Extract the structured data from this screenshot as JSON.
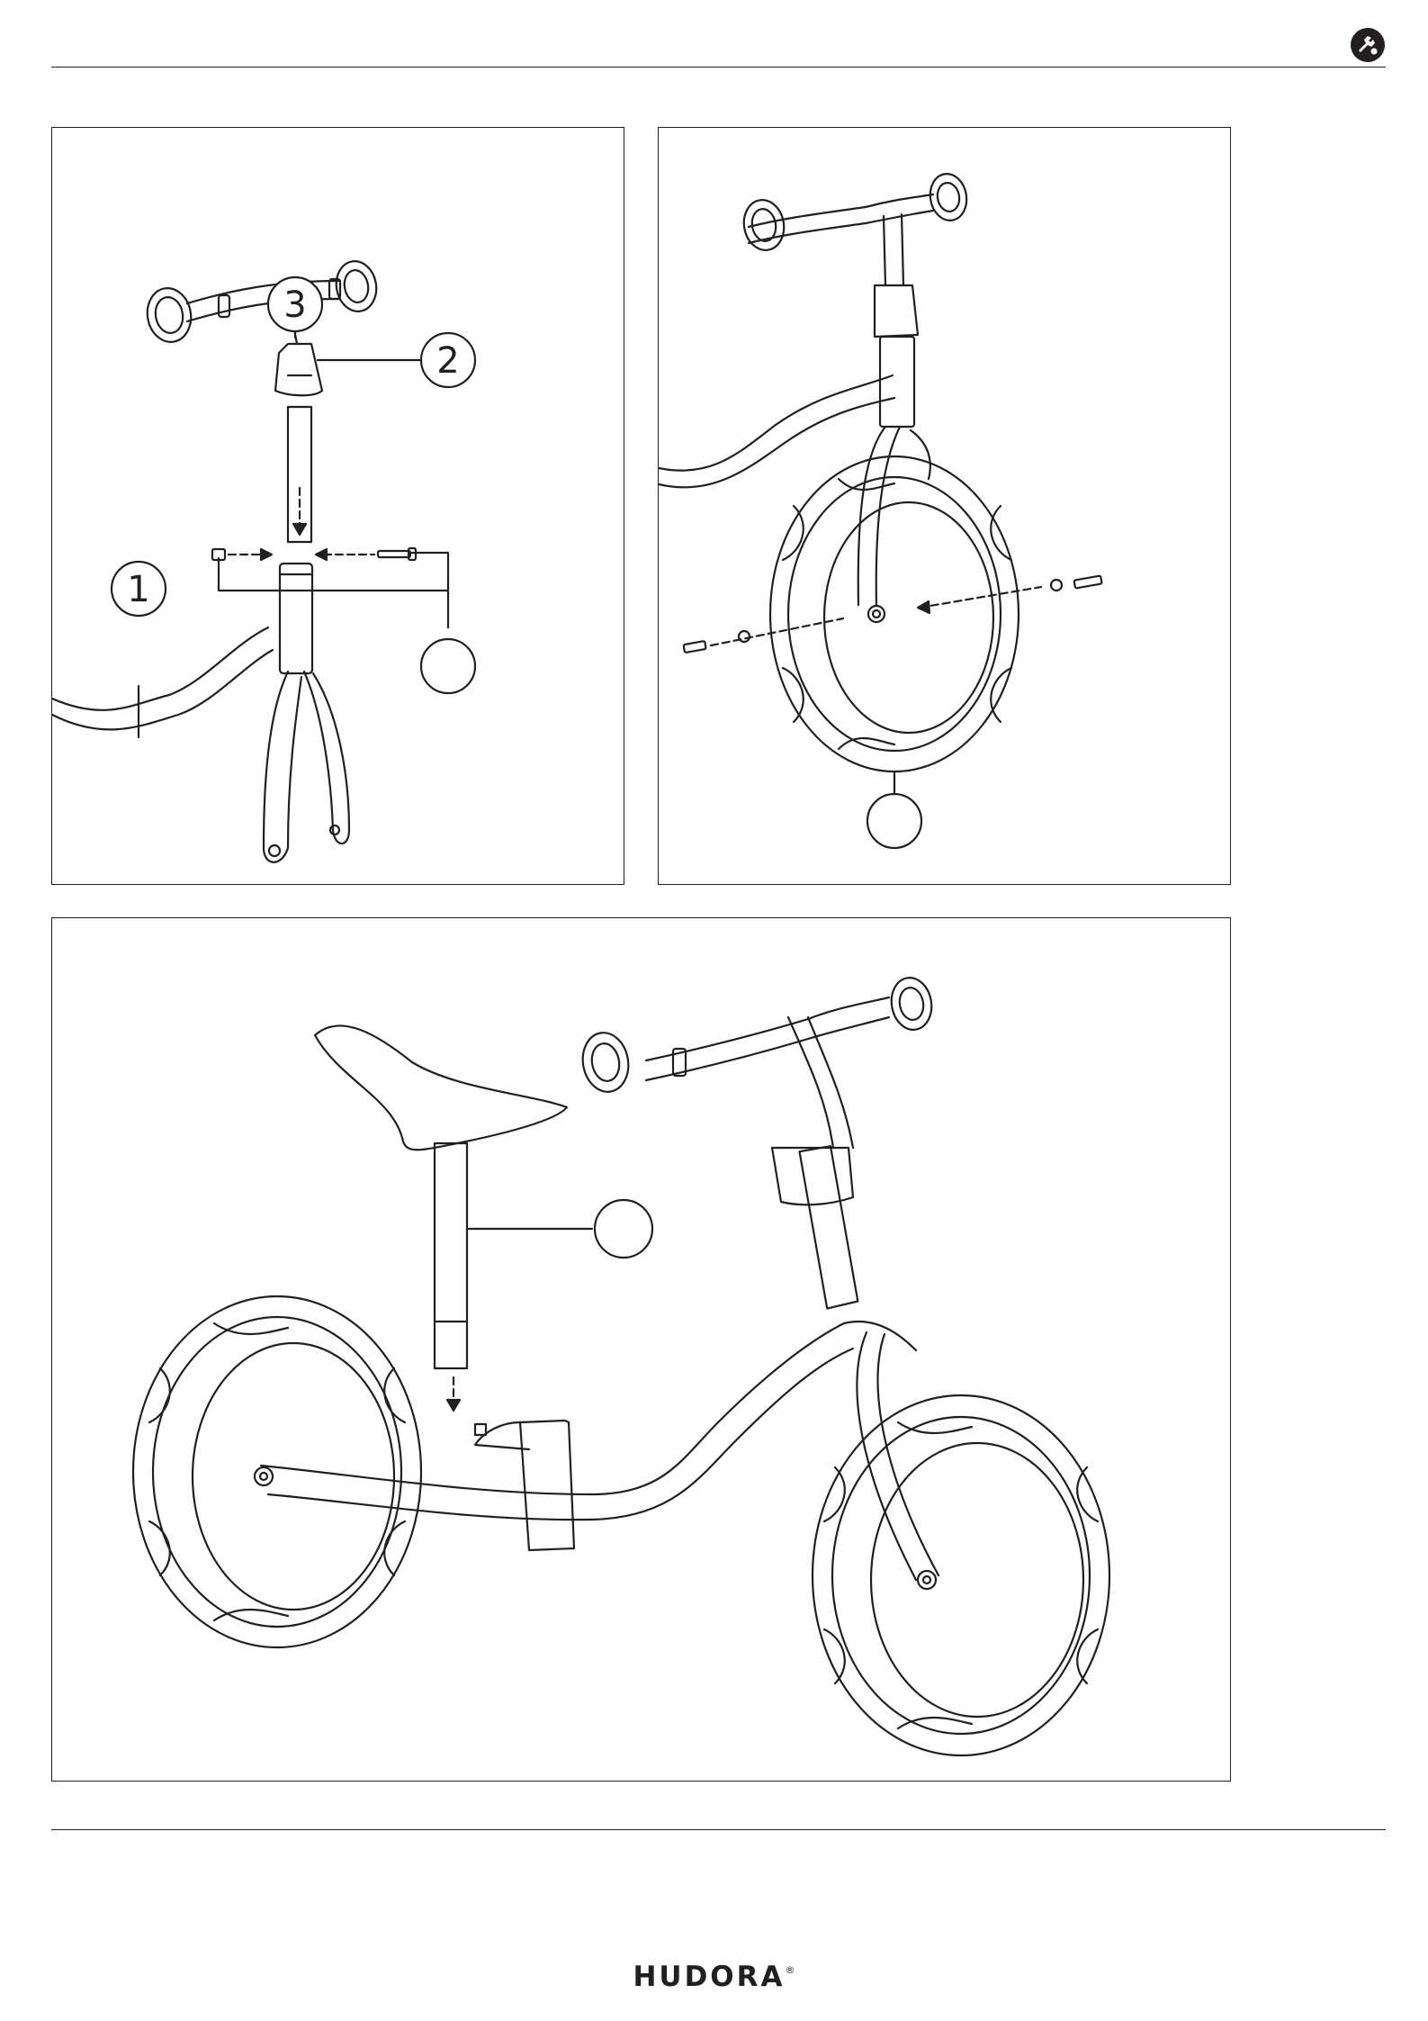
{
  "header": {
    "icon": "assembly-tool-icon"
  },
  "panels": [
    {
      "callouts": [
        "3",
        "2",
        "1",
        ""
      ]
    },
    {
      "callouts": [
        ""
      ]
    },
    {
      "callouts": [
        ""
      ]
    }
  ],
  "footer": {
    "brand": "HUDORA",
    "mark": "®"
  }
}
